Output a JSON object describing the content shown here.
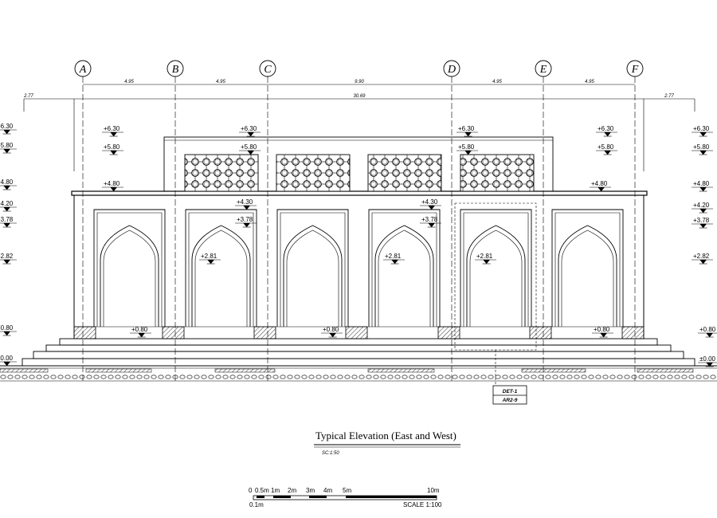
{
  "drawing": {
    "title": "Typical Elevation (East and West)",
    "scale_note": "SC:1:50"
  },
  "grid_axes": [
    "A",
    "B",
    "C",
    "D",
    "E",
    "F"
  ],
  "dimensions": {
    "spans": [
      "4.95",
      "4.95",
      "9.90",
      "4.95",
      "4.95"
    ],
    "left_overhang": "2.77",
    "total": "30.69",
    "right_overhang": "2.77"
  },
  "levels": {
    "top": "+6.30",
    "parapet": "+5.80",
    "roof": "+4.80",
    "beam": "+4.20",
    "arch_top": "+3.78",
    "springing": "+2.82",
    "springing_inner": "+2.81",
    "plinth": "+0.80",
    "ground": "±0.00",
    "panel_top": "+4.30"
  },
  "detail_tag": {
    "ref": "DET-1",
    "sheet": "AR2-9"
  },
  "scale_bar": {
    "ticks": [
      "0",
      "0.5m",
      "1m",
      "2m",
      "3m",
      "4m",
      "5m",
      "10m"
    ],
    "minor_label": "0.1m",
    "label": "SCALE 1:100"
  }
}
